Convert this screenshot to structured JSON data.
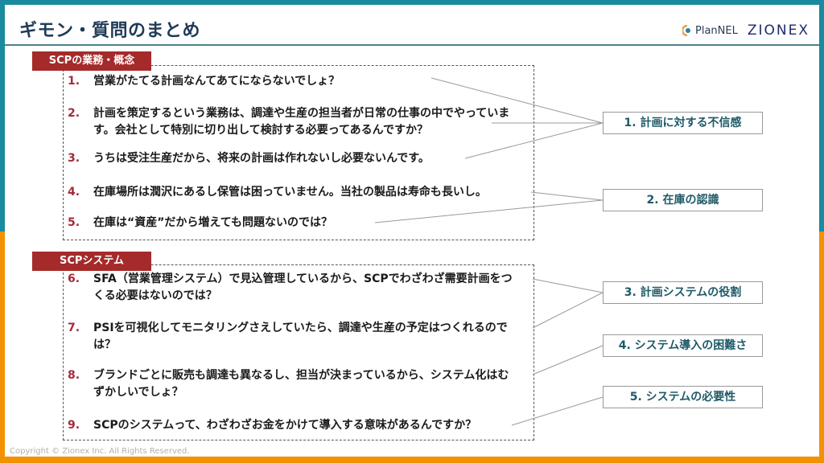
{
  "header": {
    "title": "ギモン・質問のまとめ",
    "logos": {
      "plannel": "PlanNEL",
      "zionex": "ZIONEX"
    }
  },
  "colors": {
    "frame_top": "#1a8a9e",
    "frame_bottom": "#f39200",
    "section_label_bg": "#a52a2a",
    "number_color": "#a52a3a",
    "category_text": "#1e5a68",
    "title_text": "#1f3b57"
  },
  "sections": [
    {
      "label": "SCPの業務・概念",
      "questions": [
        {
          "num": "1.",
          "text": "営業がたてる計画なんてあてにならないでしょ？"
        },
        {
          "num": "2.",
          "text": "計画を策定するという業務は、調達や生産の担当者が日常の仕事の中でやっています。会社として特別に切り出して検討する必要ってあるんですか？"
        },
        {
          "num": "3.",
          "text": "うちは受注生産だから、将来の計画は作れないし必要ないんです。"
        },
        {
          "num": "4.",
          "text": "在庫場所は潤沢にあるし保管は困っていません。当社の製品は寿命も長いし。"
        },
        {
          "num": "5.",
          "text": "在庫は“資産”だから増えても問題ないのでは？"
        }
      ]
    },
    {
      "label": "SCPシステム",
      "questions": [
        {
          "num": "6.",
          "text": "SFA（営業管理システム）で見込管理しているから、SCPでわざわざ需要計画をつくる必要はないのでは？"
        },
        {
          "num": "7.",
          "text": "PSIを可視化してモニタリングさえしていたら、調達や生産の予定はつくれるのでは？"
        },
        {
          "num": "8.",
          "text": "ブランドごとに販売も調達も異なるし、担当が決まっているから、システム化はむずかしいでしょ？"
        },
        {
          "num": "9.",
          "text": "SCPのシステムって、わざわざお金をかけて導入する意味があるんですか？"
        }
      ]
    }
  ],
  "categories": [
    {
      "label": "1. 計画に対する不信感",
      "linked_questions": [
        1,
        2,
        3
      ]
    },
    {
      "label": "2. 在庫の認識",
      "linked_questions": [
        4,
        5
      ]
    },
    {
      "label": "3. 計画システムの役割",
      "linked_questions": [
        6,
        7
      ]
    },
    {
      "label": "4. システム導入の困難さ",
      "linked_questions": [
        8
      ]
    },
    {
      "label": "5. システムの必要性",
      "linked_questions": [
        9
      ]
    }
  ],
  "footer": {
    "copyright": "Copyright © Zionex Inc. All Rights Reserved."
  }
}
